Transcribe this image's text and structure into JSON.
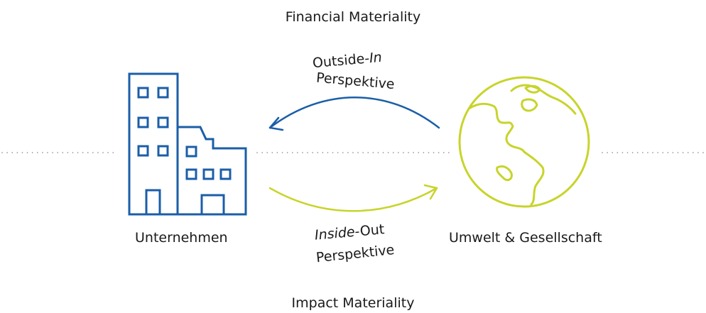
{
  "titles": {
    "top": "Financial Materiality",
    "bottom": "Impact Materiality"
  },
  "nodes": {
    "company": {
      "label": "Unternehmen",
      "icon": "building-icon"
    },
    "world": {
      "label": "Umwelt & Gesellschaft",
      "icon": "globe-icon"
    }
  },
  "arrows": {
    "outside_in": {
      "line1_a": "Outside-",
      "line1_b": "In",
      "line2": "Perspektive"
    },
    "inside_out": {
      "line1_a": "Inside",
      "line1_b": "-Out",
      "line2": "Perspektive"
    }
  },
  "colors": {
    "blue": "#1b5ea8",
    "lime": "#c8d42a",
    "text": "#1a1a1a",
    "dots": "#8a8a8a"
  }
}
